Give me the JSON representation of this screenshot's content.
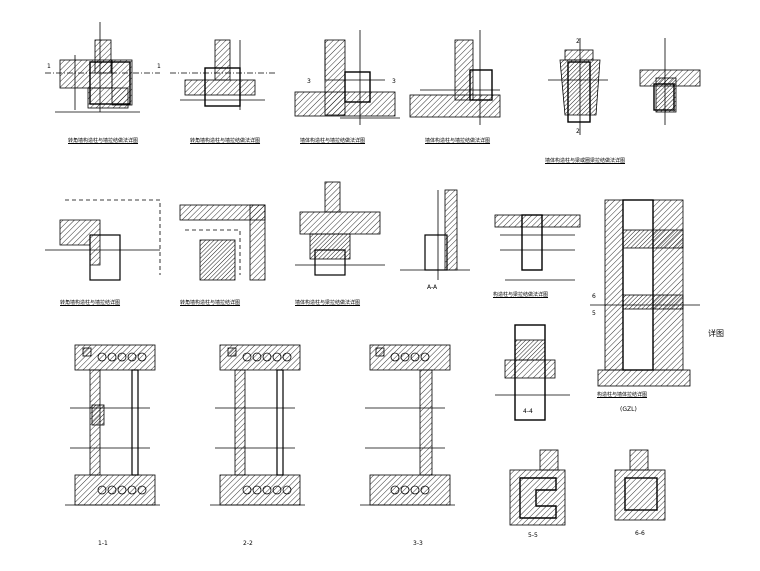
{
  "captions": {
    "d1": "转角墙构造柱与墙拉结做法详图",
    "d2": "转角墙构造柱与墙拉结做法详图",
    "d3": "墙体构造柱与墙拉结做法详图",
    "d4": "墙体构造柱与墙拉结做法详图",
    "d5": "墙体构造柱与梁或圈梁拉结做法详图",
    "d6": "转角墙构造柱与墙拉结详图",
    "d7": "转角墙构造柱与墙拉结详图",
    "d8": "墙体构造柱与梁拉结做法详图",
    "d9": "构造柱与梁拉结做法详图",
    "d10": "构造柱与墙体拉结详图"
  },
  "section_marks": {
    "s11": "1-1",
    "s22": "2-2",
    "s33": "3-3",
    "s44": "4-4",
    "s55": "5-5",
    "s66": "6-6",
    "sAA": "A-A",
    "m1a": "1",
    "m1b": "1",
    "m2a": "2",
    "m2b": "2",
    "m3a": "3",
    "m3b": "3",
    "m5": "5",
    "m6": "6",
    "gzl": "(GZL)",
    "right_note": "详图"
  },
  "colors": {
    "ink": "#000000",
    "paper": "#ffffff"
  }
}
